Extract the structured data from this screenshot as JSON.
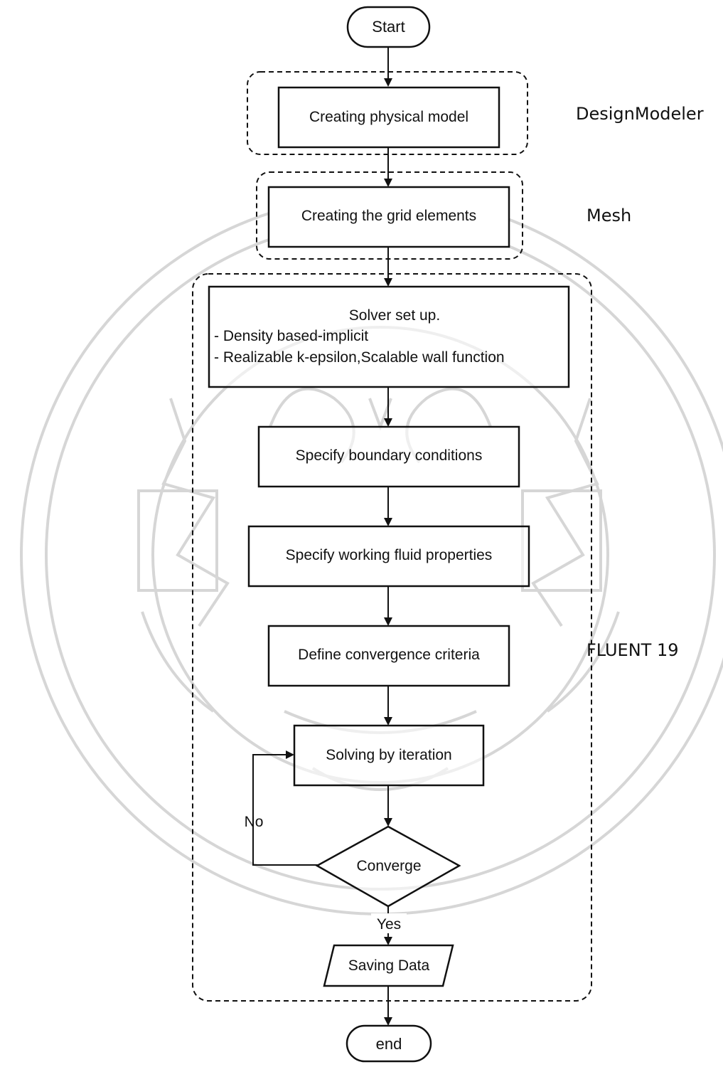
{
  "colors": {
    "stroke": "#111111",
    "watermark": "#d2d2d2",
    "background": "#ffffff"
  },
  "watermark": {
    "kind": "university-seal",
    "note_icon": "seal-watermark"
  },
  "flowchart": {
    "start": "Start",
    "end": "end",
    "steps": {
      "physical_model": "Creating physical model",
      "grid": "Creating the grid elements",
      "solver_title": "Solver set up.",
      "solver_line1": "- Density based-implicit",
      "solver_line2": "- Realizable k-epsilon,Scalable wall function",
      "boundary": "Specify boundary conditions",
      "fluid": "Specify working fluid properties",
      "convergence": "Define convergence criteria",
      "iteration": "Solving by iteration",
      "decision": "Converge",
      "save": "Saving Data"
    },
    "branch_labels": {
      "no": "No",
      "yes": "Yes"
    }
  },
  "groups": {
    "design": "DesignModeler",
    "mesh": "Mesh",
    "fluent": "FLUENT 19"
  }
}
